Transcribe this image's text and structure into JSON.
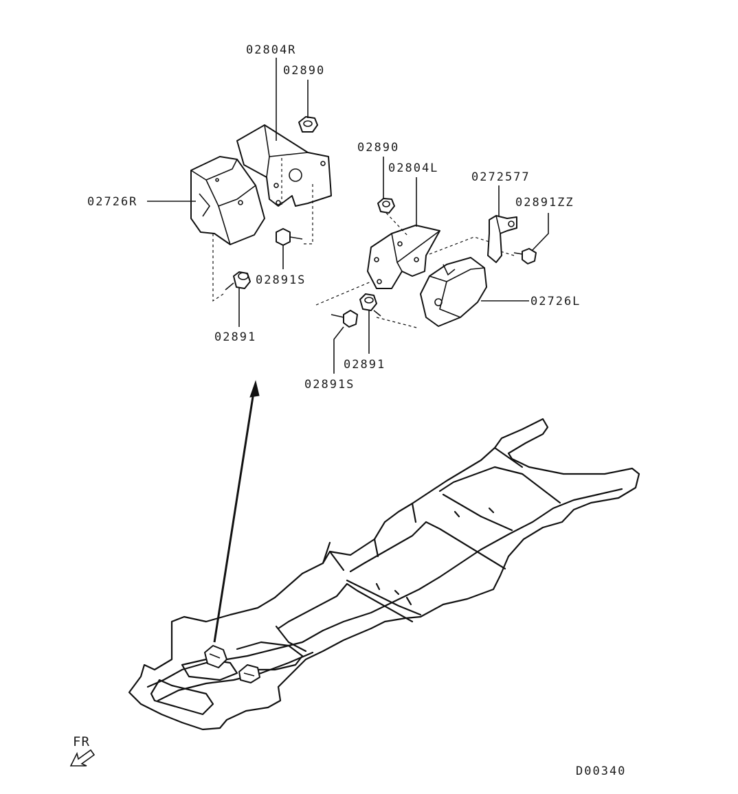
{
  "labels": {
    "bracket_rh": "02804R",
    "nut_rh": "02890",
    "mount_rh": "02726R",
    "bolt_s_rh": "02891S",
    "bolt_rh": "02891",
    "nut_lh": "02890",
    "bracket_lh": "02804L",
    "stopper": "0272577",
    "bolt_zz": "02891ZZ",
    "mount_lh": "02726L",
    "bolt_lh": "02891",
    "bolt_s_lh": "02891S",
    "front": "FR",
    "diagram_code": "D00340"
  }
}
